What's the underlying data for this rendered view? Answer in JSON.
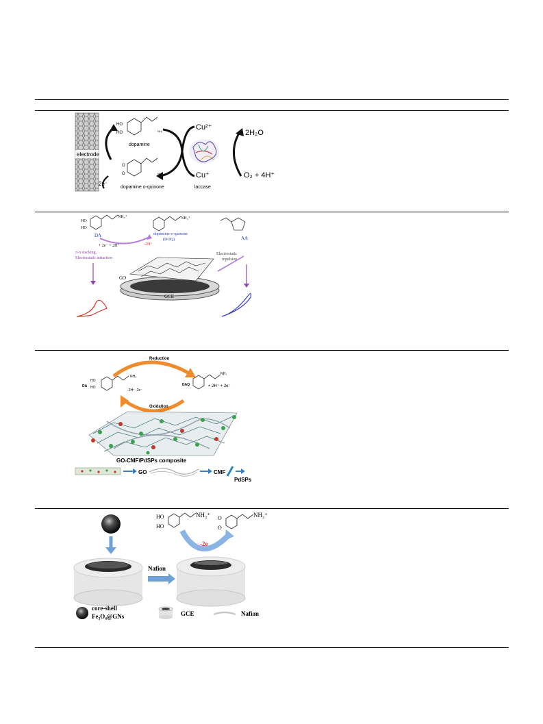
{
  "fig1": {
    "electrode": "electrode",
    "two_e": "2e⁻",
    "dopamine": "dopamine",
    "dopamine_quinone": "dopamine o-quinone",
    "cu2": "Cu²⁺",
    "cu1": "Cu⁺",
    "laccase": "laccase",
    "water": "2H₂O",
    "oxygen": "O₂ + 4H⁺",
    "ho1": "HO",
    "ho2": "HO",
    "o1": "O",
    "o2": "O",
    "nh2_a": "NH₂",
    "nh2_b": "NH₂"
  },
  "fig2": {
    "ho1": "HO",
    "ho2": "HO",
    "nh3": "NH₃⁺",
    "da": "DA",
    "dopamine_quinone": "dopamine-o-quinone",
    "doq": "(DOQ)",
    "plus_2e_2h": "+ 2e⁻ + 2H⁺",
    "minus_2h": "-2H⁺",
    "aa": "AA",
    "pi_stacking": "π-π stacking,",
    "electrostatic_attraction": "Electrostatic attraction",
    "electrostatic": "Electrostatic",
    "repulsion": "repulsion",
    "go": "GO",
    "gce": "GCE"
  },
  "fig3": {
    "reduction": "Reduction",
    "oxidation": "Oxidation",
    "da": "DA",
    "daq": "DAQ",
    "nh2_a": "NH₂",
    "nh2_b": "NH₂",
    "ho1": "HO",
    "ho2": "HO",
    "minus": "-2H⁺ -2e⁻",
    "plus": "+  2H⁺  +  2e⁻",
    "composite": "GO-CMF/PdSPs composite",
    "go": "GO",
    "cmf": "CMF",
    "pdsps": "PdSPs"
  },
  "fig4": {
    "ho1": "HO",
    "ho2": "HO",
    "nh3_a": "NH₃⁺",
    "nh3_b": "NH₃⁺",
    "o1": "O",
    "o2": "O",
    "minus_2e": "-2e",
    "nafion_arrow": "Nafion",
    "core_shell_1": "core-shell",
    "core_shell_2": "Fe₃O₄@GNs",
    "gce": "GCE",
    "nafion_legend": "Nafion"
  }
}
